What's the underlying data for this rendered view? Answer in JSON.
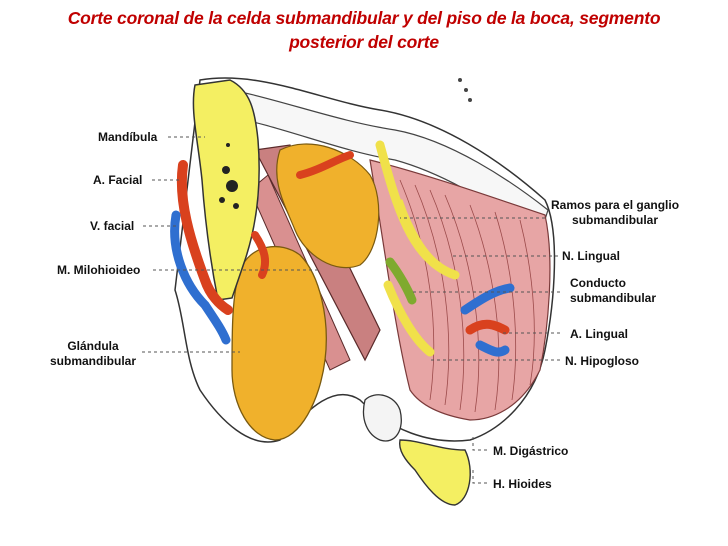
{
  "title": {
    "line1": "Corte coronal de la celda submandibular y del piso de la boca, segmento",
    "line2": "posterior del corte"
  },
  "colors": {
    "title": "#c00000",
    "bone": "#f4ef62",
    "gland": "#f0b12c",
    "artery": "#d9411e",
    "vein": "#2f6fd0",
    "nerve": "#f0e14a",
    "muscle": "#e7a5a5",
    "duct": "#7faa2e"
  },
  "labels": {
    "mandibula": "Mandíbula",
    "a_facial": "A. Facial",
    "v_facial": "V. facial",
    "m_milohioideo": "M. Milohioideo",
    "glandula_1": "Glándula",
    "glandula_2": "submandibular",
    "ramos_1": "Ramos para el ganglio",
    "ramos_2": "submandibular",
    "n_lingual": "N. Lingual",
    "conducto_1": "Conducto",
    "conducto_2": "submandibular",
    "a_lingual": "A. Lingual",
    "n_hipogloso": "N. Hipogloso",
    "m_digastrico": "M. Digástrico",
    "h_hioides": "H. Hioides"
  }
}
